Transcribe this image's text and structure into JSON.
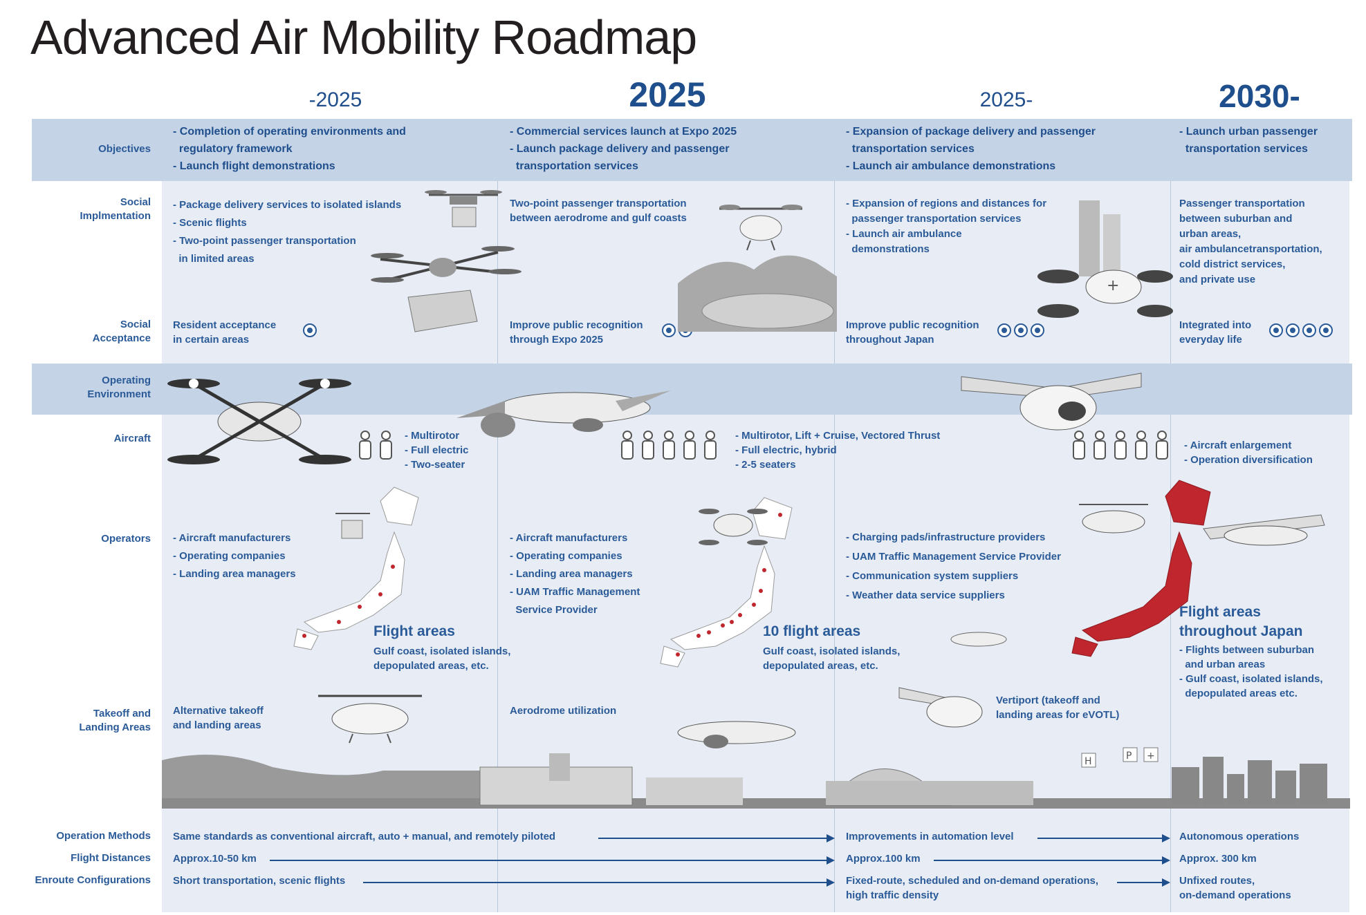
{
  "title": "Advanced Air Mobility Roadmap",
  "periods": [
    "-2025",
    "2025",
    "2025-",
    "2030-"
  ],
  "row_labels": {
    "objectives": "Objectives",
    "social_impl": "Social\nImplmentation",
    "social_acc": "Social\nAcceptance",
    "op_env": "Operating\nEnvironment",
    "aircraft": "Aircraft",
    "operators": "Operators",
    "takeoff": "Takeoff and\nLanding Areas",
    "op_methods": "Operation Methods",
    "flight_dist": "Flight Distances",
    "enroute": "Enroute Configurations"
  },
  "objectives": [
    "- Completion of operating environments and\n  regulatory framework\n- Launch flight demonstrations",
    "- Commercial services launch at Expo 2025\n- Launch package delivery and passenger\n  transportation services",
    "- Expansion of package delivery and passenger\n  transportation services\n- Launch air ambulance demonstrations",
    "- Launch urban passenger\n  transportation services"
  ],
  "social_impl": [
    "- Package delivery services to isolated islands\n- Scenic flights\n- Two-point passenger transportation\n  in limited areas",
    "Two-point passenger transportation\nbetween aerodrome and gulf coasts",
    "- Expansion of regions and distances for\n  passenger transportation services\n- Launch air ambulance\n  demonstrations",
    "Passenger transportation\nbetween suburban and\nurban areas,\nair ambulancetransportation,\ncold district services,\nand private use"
  ],
  "social_acc": [
    "Resident acceptance\nin certain areas",
    "Improve public recognition\nthrough Expo 2025",
    "Improve public recognition\nthroughout Japan",
    "Integrated into\neveryday life"
  ],
  "aircraft": [
    "- Multirotor\n- Full electric\n- Two-seater",
    "- Multirotor, Lift + Cruise, Vectored Thrust\n- Full electric, hybrid\n- 2-5 seaters",
    "- Aircraft enlargement\n- Operation diversification"
  ],
  "operators": [
    "- Aircraft manufacturers\n- Operating companies\n- Landing area managers",
    "- Aircraft manufacturers\n- Operating companies\n- Landing area managers\n- UAM Traffic Management\n  Service Provider",
    "- Charging pads/infrastructure providers\n- UAM Traffic Management Service Provider\n- Communication system suppliers\n- Weather data service suppliers"
  ],
  "flight_areas": [
    {
      "title": "Flight areas",
      "detail": "Gulf coast, isolated islands,\ndepopulated areas, etc."
    },
    {
      "title": "10 flight areas",
      "detail": "Gulf coast, isolated islands,\ndepopulated areas, etc."
    },
    {
      "title": "Flight areas\nthroughout Japan",
      "detail": "- Flights between suburban\n  and urban areas\n- Gulf coast, isolated islands,\n  depopulated areas etc."
    }
  ],
  "takeoff": [
    "Alternative takeoff\nand landing areas",
    "Aerodrome utilization",
    "Vertiport (takeoff and\nlanding areas for eVOTL)"
  ],
  "op_methods": [
    "Same standards as conventional aircraft, auto + manual, and remotely piloted",
    "Improvements in automation level",
    "Autonomous operations"
  ],
  "flight_dist": [
    "Approx.10-50 km",
    "Approx.100 km",
    "Approx. 300 km"
  ],
  "enroute": [
    "Short transportation, scenic flights",
    "Fixed-route, scheduled and on-demand operations,\nhigh traffic density",
    "Unfixed routes,\non-demand operations"
  ],
  "colors": {
    "primary": "#1f4e8c",
    "band": "#c4d3e6",
    "panel": "#e8edf5",
    "accent_red": "#c0262d"
  }
}
